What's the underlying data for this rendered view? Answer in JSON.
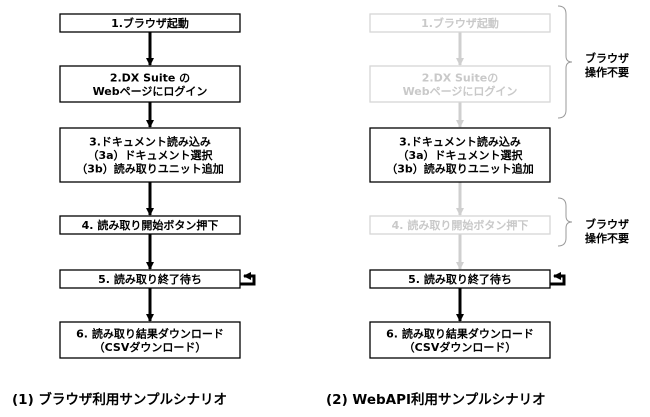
{
  "left": {
    "caption": "(1) ブラウザ利用サンプルシナリオ",
    "steps": [
      {
        "lines": [
          "1.ブラウザ起動"
        ]
      },
      {
        "lines": [
          "2.DX Suite の",
          "Webページにログイン"
        ]
      },
      {
        "lines": [
          "3.ドキュメント読み込み",
          "（3a）ドキュメント選択",
          "（3b）読み取りユニット追加"
        ]
      },
      {
        "lines": [
          "4. 読み取り開始ボタン押下"
        ]
      },
      {
        "lines": [
          "5. 読み取り終了待ち"
        ]
      },
      {
        "lines": [
          "6. 読み取り結果ダウンロード",
          "（CSVダウンロード）"
        ]
      }
    ]
  },
  "right": {
    "caption": "(2) WebAPI利用サンプルシナリオ",
    "steps": [
      {
        "lines": [
          "1.ブラウザ起動"
        ],
        "faded": true
      },
      {
        "lines": [
          "2.DX Suiteの",
          "Webページにログイン"
        ],
        "faded": true
      },
      {
        "lines": [
          "3.ドキュメント読み込み",
          "（3a）ドキュメント選択",
          "（3b）読み取りユニット追加"
        ],
        "faded": false
      },
      {
        "lines": [
          "4. 読み取り開始ボタン押下"
        ],
        "faded": true
      },
      {
        "lines": [
          "5. 読み取り終了待ち"
        ],
        "faded": false
      },
      {
        "lines": [
          "6. 読み取り結果ダウンロード",
          "（CSVダウンロード）"
        ],
        "faded": false
      }
    ],
    "notes": [
      {
        "lines": [
          "ブラウザ",
          "操作不要"
        ]
      },
      {
        "lines": [
          "ブラウザ",
          "操作不要"
        ]
      }
    ]
  },
  "colors": {
    "box_border": "#000000",
    "faded_border": "#d6d6d6",
    "faded_text": "#c9c9c9",
    "arrow": "#000000",
    "faded_arrow": "#cfcfcf",
    "brace": "#9a9a9a"
  }
}
